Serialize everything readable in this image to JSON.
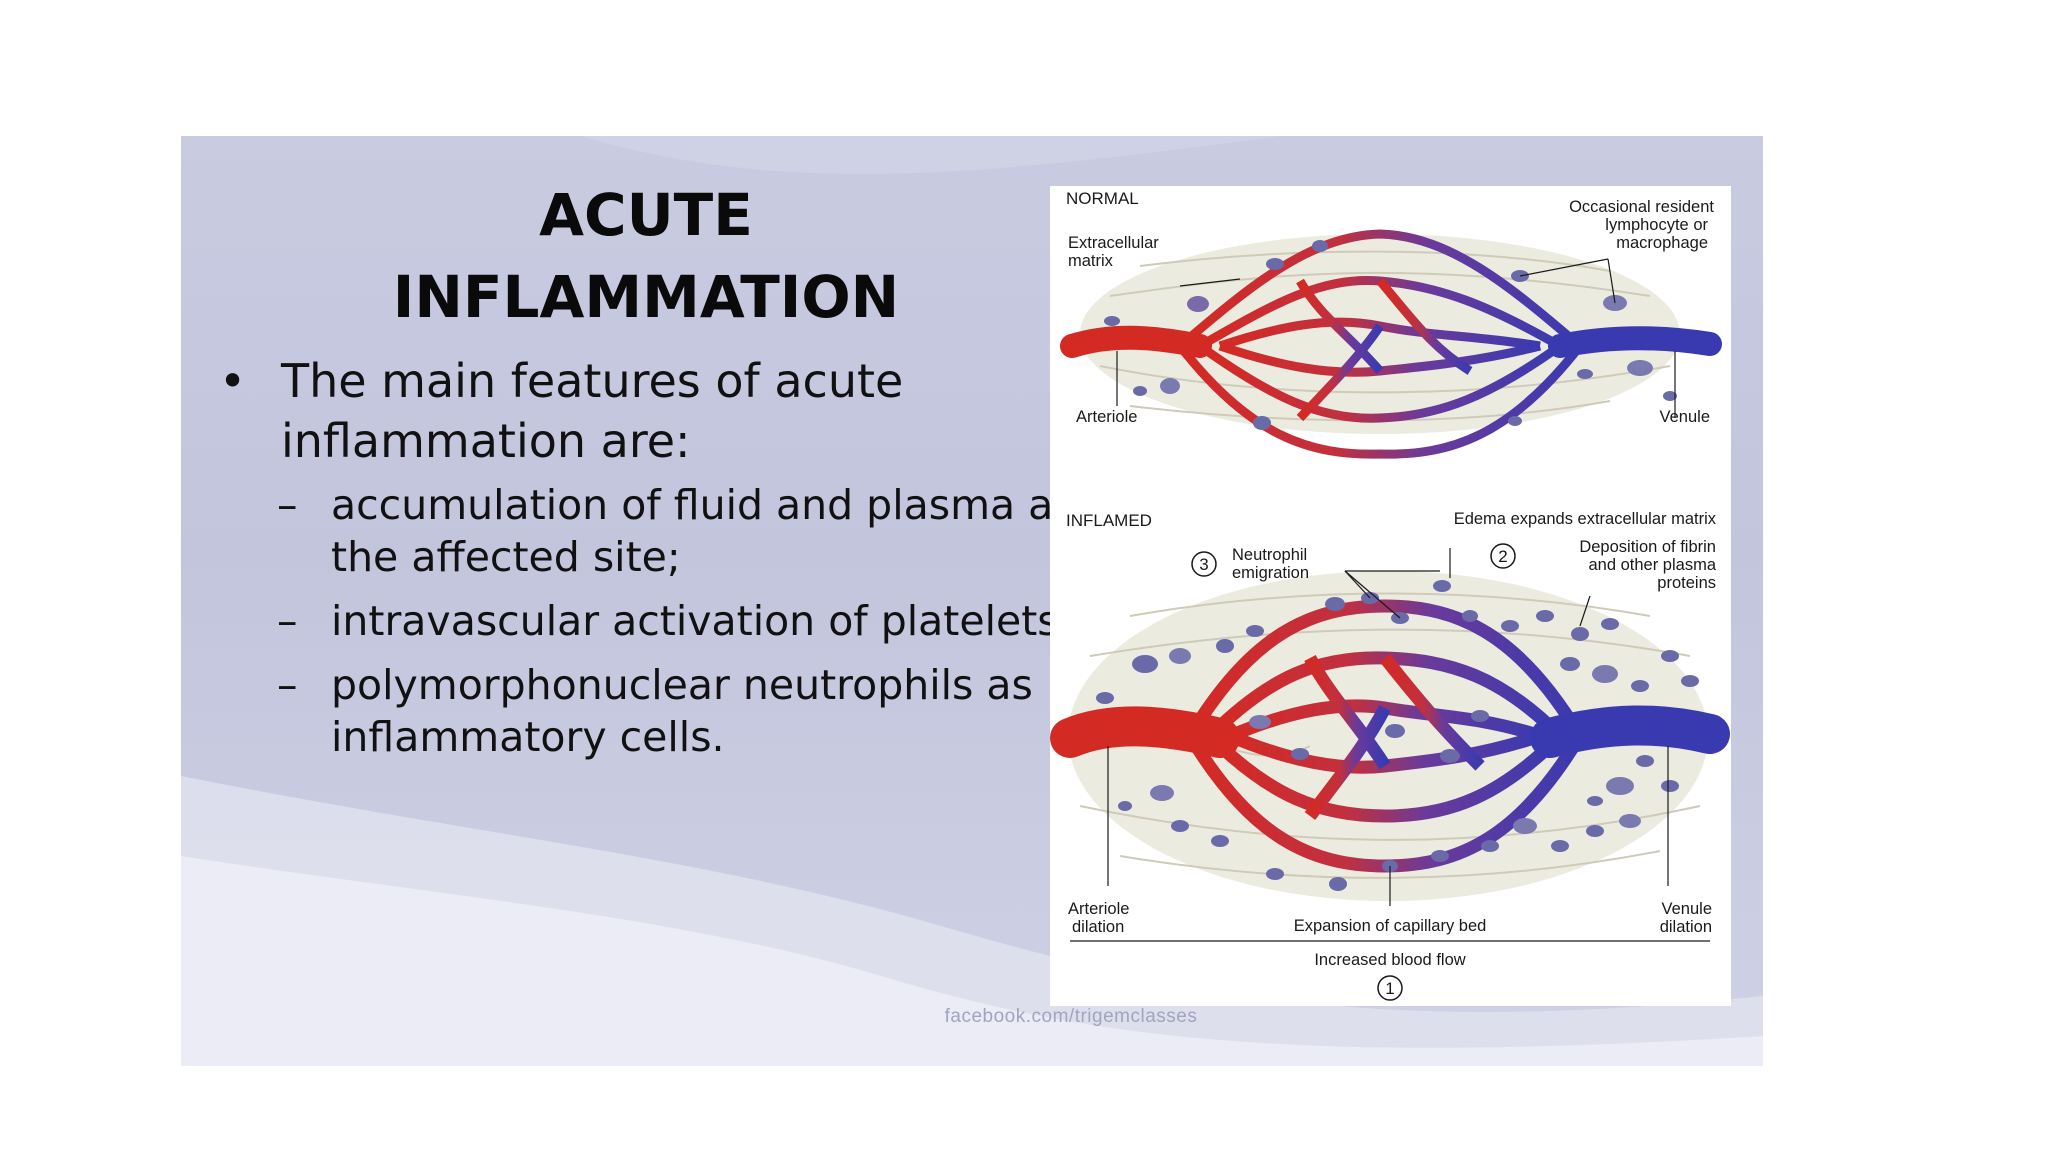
{
  "slide": {
    "title_line1": "ACUTE",
    "title_line2": "INFLAMMATION",
    "bullet": {
      "mark": "•",
      "text": "The main features of acute inflammation are:"
    },
    "sub_mark": "–",
    "sub_points": [
      "accumulation of fluid and plasma at the affected site;",
      "intravascular activation of platelets;",
      "polymorphonuclear neutrophils as inflammatory cells."
    ],
    "watermark": "facebook.com/trigemclasses"
  },
  "figure": {
    "normal": {
      "heading": "NORMAL",
      "extracellular_matrix": [
        "Extracellular",
        "matrix"
      ],
      "resident_cell": [
        "Occasional resident",
        "lymphocyte or",
        "macrophage"
      ],
      "arteriole": "Arteriole",
      "venule": "Venule"
    },
    "inflamed": {
      "heading": "INFLAMED",
      "edema": "Edema expands extracellular matrix",
      "neutrophil_number": "3",
      "neutrophil": [
        "Neutrophil",
        "emigration"
      ],
      "deposition_number": "2",
      "deposition": [
        "Deposition of fibrin",
        "and other plasma",
        "proteins"
      ],
      "arteriole_dilation": [
        "Arteriole",
        "dilation"
      ],
      "capillary_bed": "Expansion of capillary bed",
      "venule_dilation": [
        "Venule",
        "dilation"
      ],
      "blood_flow": "Increased blood flow",
      "blood_flow_number": "1"
    }
  },
  "colors": {
    "artery_red": "#d42a24",
    "vein_blue": "#3a3ab0",
    "cell_purple": "#6a6aa8"
  }
}
